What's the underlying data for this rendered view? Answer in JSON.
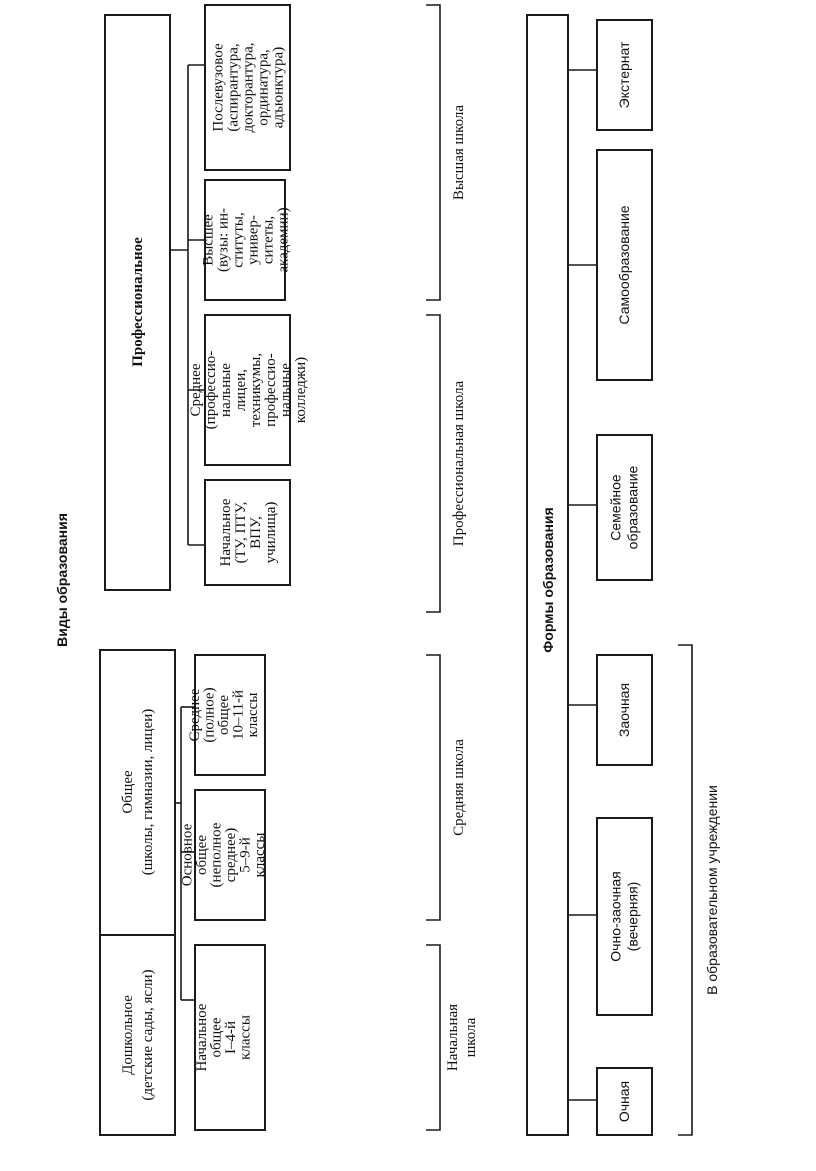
{
  "title": "Виды образования",
  "types": {
    "preschool": {
      "lines": [
        "Дошкольное",
        "(детские сады, ясли)"
      ]
    },
    "general": {
      "lines": [
        "Общее",
        "(школы, гимназии, лицеи)"
      ],
      "children": [
        {
          "lines": [
            "Начальное",
            "общее",
            "",
            "I–4-й",
            "классы"
          ]
        },
        {
          "lines": [
            "Основное",
            "общее",
            "(неполное",
            "среднее)",
            "",
            "5–9-й",
            "классы"
          ]
        },
        {
          "lines": [
            "Среднее",
            "(полное)",
            "общее",
            "",
            "10–11-й",
            "классы"
          ]
        }
      ]
    },
    "professional": {
      "lines": [
        "Профессиональное"
      ],
      "children": [
        {
          "lines": [
            "Начальное",
            "(ТУ, ПТУ,",
            "ВПУ,",
            "училища)"
          ]
        },
        {
          "lines": [
            "Среднее",
            "(профессио-",
            "нальные",
            "лицеи,",
            "техникумы,",
            "профессио-",
            "нальные",
            "колледжи)"
          ]
        },
        {
          "lines": [
            "Высшее",
            "(вузы: ин-",
            "ституты,",
            "универ-",
            "ситеты,",
            "академии)"
          ]
        },
        {
          "lines": [
            "Послевузовое",
            "(аспирантура,",
            "докторантура,",
            "ординатура,",
            "адъюнктура)"
          ]
        }
      ]
    }
  },
  "school_levels": [
    {
      "lines": [
        "Начальная",
        "школа"
      ]
    },
    {
      "lines": [
        "Средняя школа"
      ]
    },
    {
      "lines": [
        "Профессиональная школа"
      ]
    },
    {
      "lines": [
        "Высшая школа"
      ]
    }
  ],
  "forms": {
    "title": "Формы образования",
    "items": [
      {
        "lines": [
          "Очная"
        ]
      },
      {
        "lines": [
          "Очно-заочная",
          "(вечерняя)"
        ]
      },
      {
        "lines": [
          "Заочная"
        ]
      },
      {
        "lines": [
          "Семейное",
          "образование"
        ]
      },
      {
        "lines": [
          "Самообразование"
        ]
      },
      {
        "lines": [
          "Экстернат"
        ]
      }
    ],
    "institution_group": {
      "lines": [
        "В образовательном учреждении"
      ]
    }
  }
}
